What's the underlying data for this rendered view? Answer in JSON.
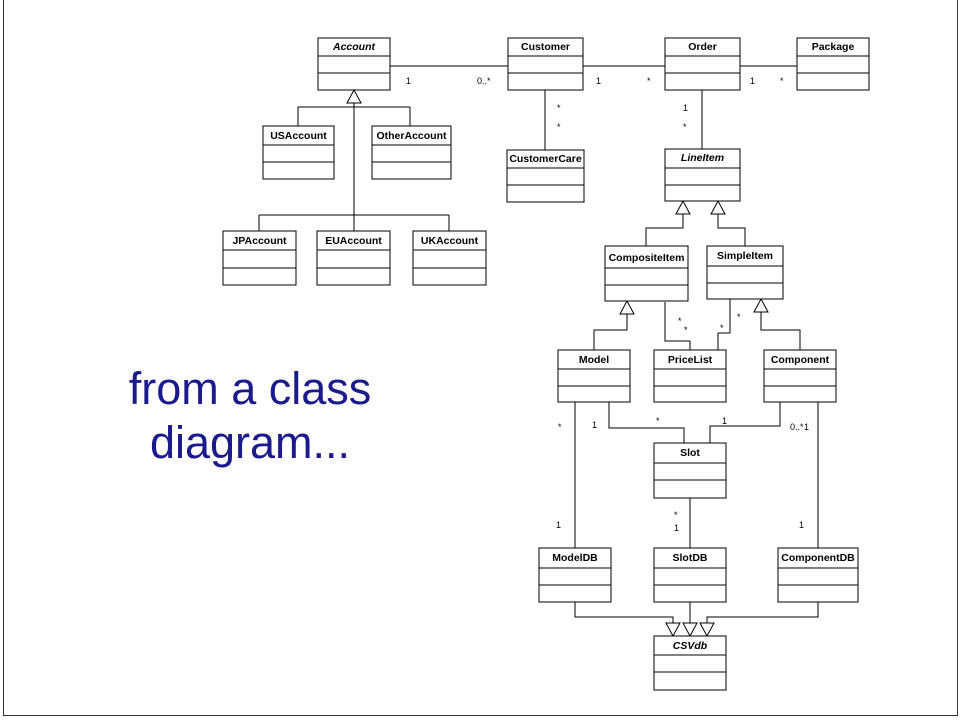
{
  "caption": {
    "line1": "from a class",
    "line2": "diagram..."
  },
  "colors": {
    "caption": "#1a1a8c",
    "lines": "#000000",
    "class_fill": "#ffffff"
  },
  "classes": {
    "account": {
      "name": "Account",
      "abstract": true
    },
    "customer": {
      "name": "Customer",
      "abstract": false
    },
    "order": {
      "name": "Order",
      "abstract": false
    },
    "package": {
      "name": "Package",
      "abstract": false
    },
    "usaccount": {
      "name": "USAccount",
      "abstract": false
    },
    "otheraccount": {
      "name": "OtherAccount",
      "abstract": false
    },
    "customercare": {
      "name": "CustomerCare",
      "abstract": false
    },
    "lineitem": {
      "name": "LineItem",
      "abstract": true
    },
    "jpaccount": {
      "name": "JPAccount",
      "abstract": false
    },
    "euaccount": {
      "name": "EUAccount",
      "abstract": false
    },
    "ukaccount": {
      "name": "UKAccount",
      "abstract": false
    },
    "compositeitem": {
      "name": "CompositeItem",
      "abstract": false
    },
    "simpleitem": {
      "name": "SimpleItem",
      "abstract": false
    },
    "model": {
      "name": "Model",
      "abstract": false
    },
    "pricelist": {
      "name": "PriceList",
      "abstract": false
    },
    "component": {
      "name": "Component",
      "abstract": false
    },
    "slot": {
      "name": "Slot",
      "abstract": false
    },
    "modeldb": {
      "name": "ModelDB",
      "abstract": false
    },
    "slotdb": {
      "name": "SlotDB",
      "abstract": false
    },
    "componentdb": {
      "name": "ComponentDB",
      "abstract": false
    },
    "csvdb": {
      "name": "CSVdb",
      "abstract": true
    }
  },
  "multiplicities": {
    "account_customer_a": "1",
    "account_customer_b": "0..*",
    "customer_order_a": "1",
    "customer_order_b": "*",
    "order_package_a": "1",
    "order_package_b": "*",
    "customer_care_a": "*",
    "customer_care_b": "*",
    "order_lineitem_a": "1",
    "order_lineitem_b": "*",
    "composite_pricelist_a": "*",
    "composite_pricelist_b": "*",
    "simple_pricelist_a": "*",
    "simple_pricelist_b": "*",
    "model_db": "*",
    "model_slot": "1",
    "slot_model": "*",
    "slot_component": "1",
    "component_slot": "0..*",
    "component_one": "1",
    "slot_slotdb_a": "*",
    "slot_slotdb_b": "1",
    "modeldb_one": "1",
    "componentdb_one": "1"
  }
}
